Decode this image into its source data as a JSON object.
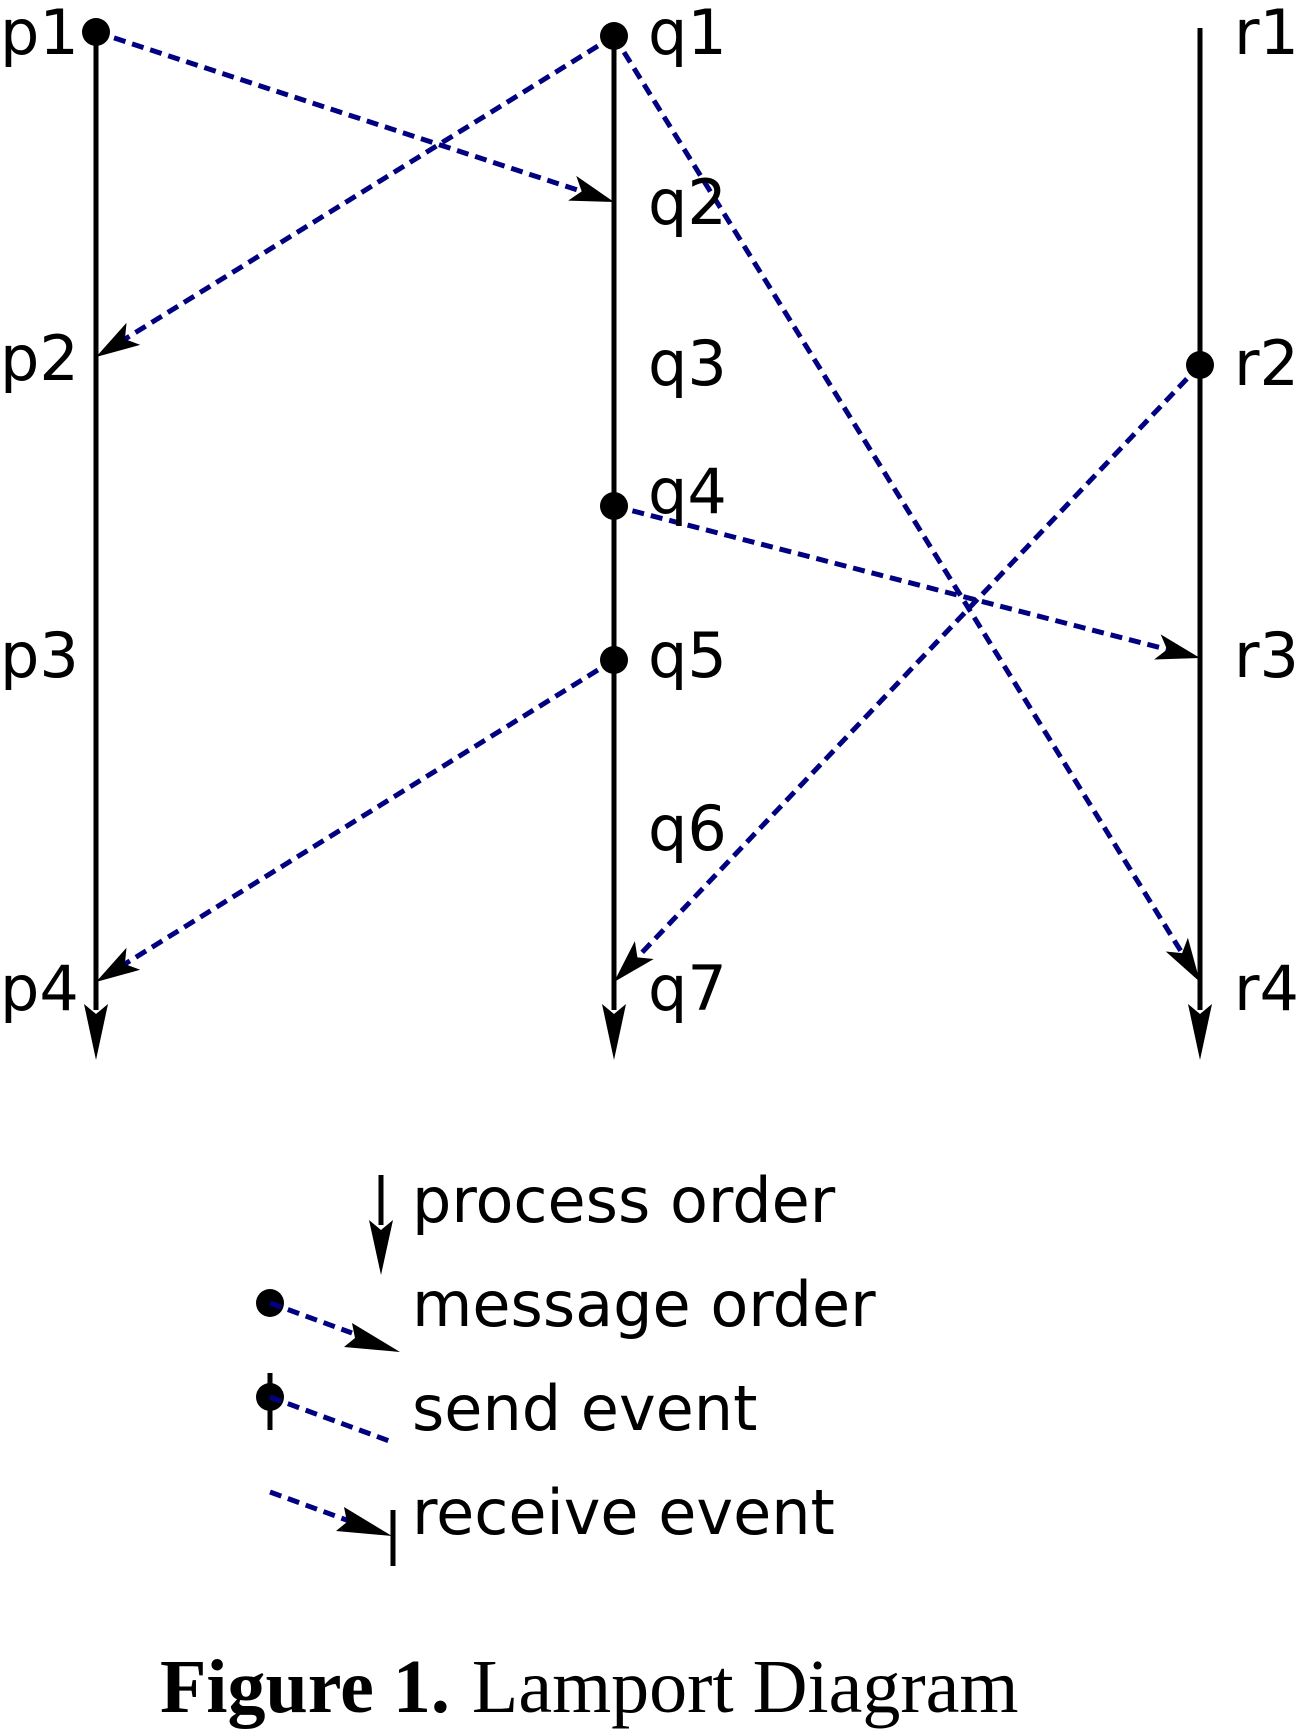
{
  "diagram": {
    "processes": [
      {
        "id": "p",
        "events": [
          "p1",
          "p2",
          "p3",
          "p4"
        ]
      },
      {
        "id": "q",
        "events": [
          "q1",
          "q2",
          "q3",
          "q4",
          "q5",
          "q6",
          "q7"
        ]
      },
      {
        "id": "r",
        "events": [
          "r1",
          "r2",
          "r3",
          "r4"
        ]
      }
    ],
    "messages": [
      {
        "from": "p1",
        "to": "q2"
      },
      {
        "from": "q1",
        "to": "p2"
      },
      {
        "from": "q1",
        "to": "r4"
      },
      {
        "from": "q4",
        "to": "r3"
      },
      {
        "from": "r2",
        "to": "q7"
      },
      {
        "from": "q5",
        "to": "p4"
      }
    ],
    "colors": {
      "process_line": "#000000",
      "message_line": "#000080",
      "event_dot": "#000000"
    }
  },
  "legend": {
    "process_order": "process order",
    "message_order": "message order",
    "send_event": "send event",
    "receive_event": "receive event"
  },
  "caption": {
    "bold": "Figure 1.",
    "text": "Lamport Diagram"
  }
}
